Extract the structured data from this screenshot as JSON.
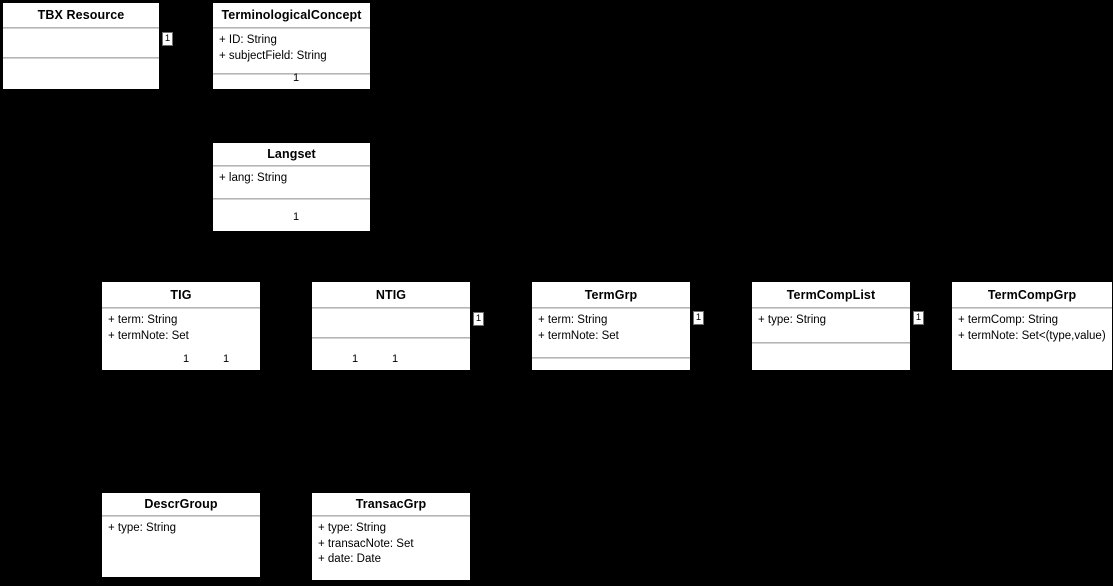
{
  "diagram": {
    "background_color": "#000000",
    "box_fill_color": "#ffffff",
    "text_color": "#000000",
    "divider_color": "#b5b5b5"
  },
  "classes": [
    {
      "name": "TBX Resource",
      "attributes": []
    },
    {
      "name": "TerminologicalConcept",
      "attributes": [
        "+ ID: String",
        "+ subjectField: String"
      ]
    },
    {
      "name": "Langset",
      "attributes": [
        "+ lang: String"
      ]
    },
    {
      "name": "TIG",
      "attributes": [
        "+ term: String",
        "+ termNote: Set"
      ]
    },
    {
      "name": "NTIG",
      "attributes": []
    },
    {
      "name": "TermGrp",
      "attributes": [
        "+ term: String",
        "+ termNote: Set"
      ]
    },
    {
      "name": "TermCompList",
      "attributes": [
        "+ type: String"
      ]
    },
    {
      "name": "TermCompGrp",
      "attributes": [
        "+ termComp: String",
        "+ termNote: Set<(type,value)"
      ]
    },
    {
      "name": "DescrGroup",
      "attributes": [
        "+ type: String"
      ]
    },
    {
      "name": "TransacGrp",
      "attributes": [
        "+ type: String",
        "+ transacNote: Set",
        "+ date: Date"
      ]
    }
  ],
  "labels": {
    "tbx_right": "1",
    "tc_bottom": "1",
    "langset_bottom": "1",
    "tig_bottom_left": "1",
    "tig_bottom_right": "1",
    "ntig_bottom_left": "1",
    "ntig_bottom_right": "1",
    "ntig_right": "1",
    "termgrp_right": "1",
    "termcomplist_right": "1"
  }
}
